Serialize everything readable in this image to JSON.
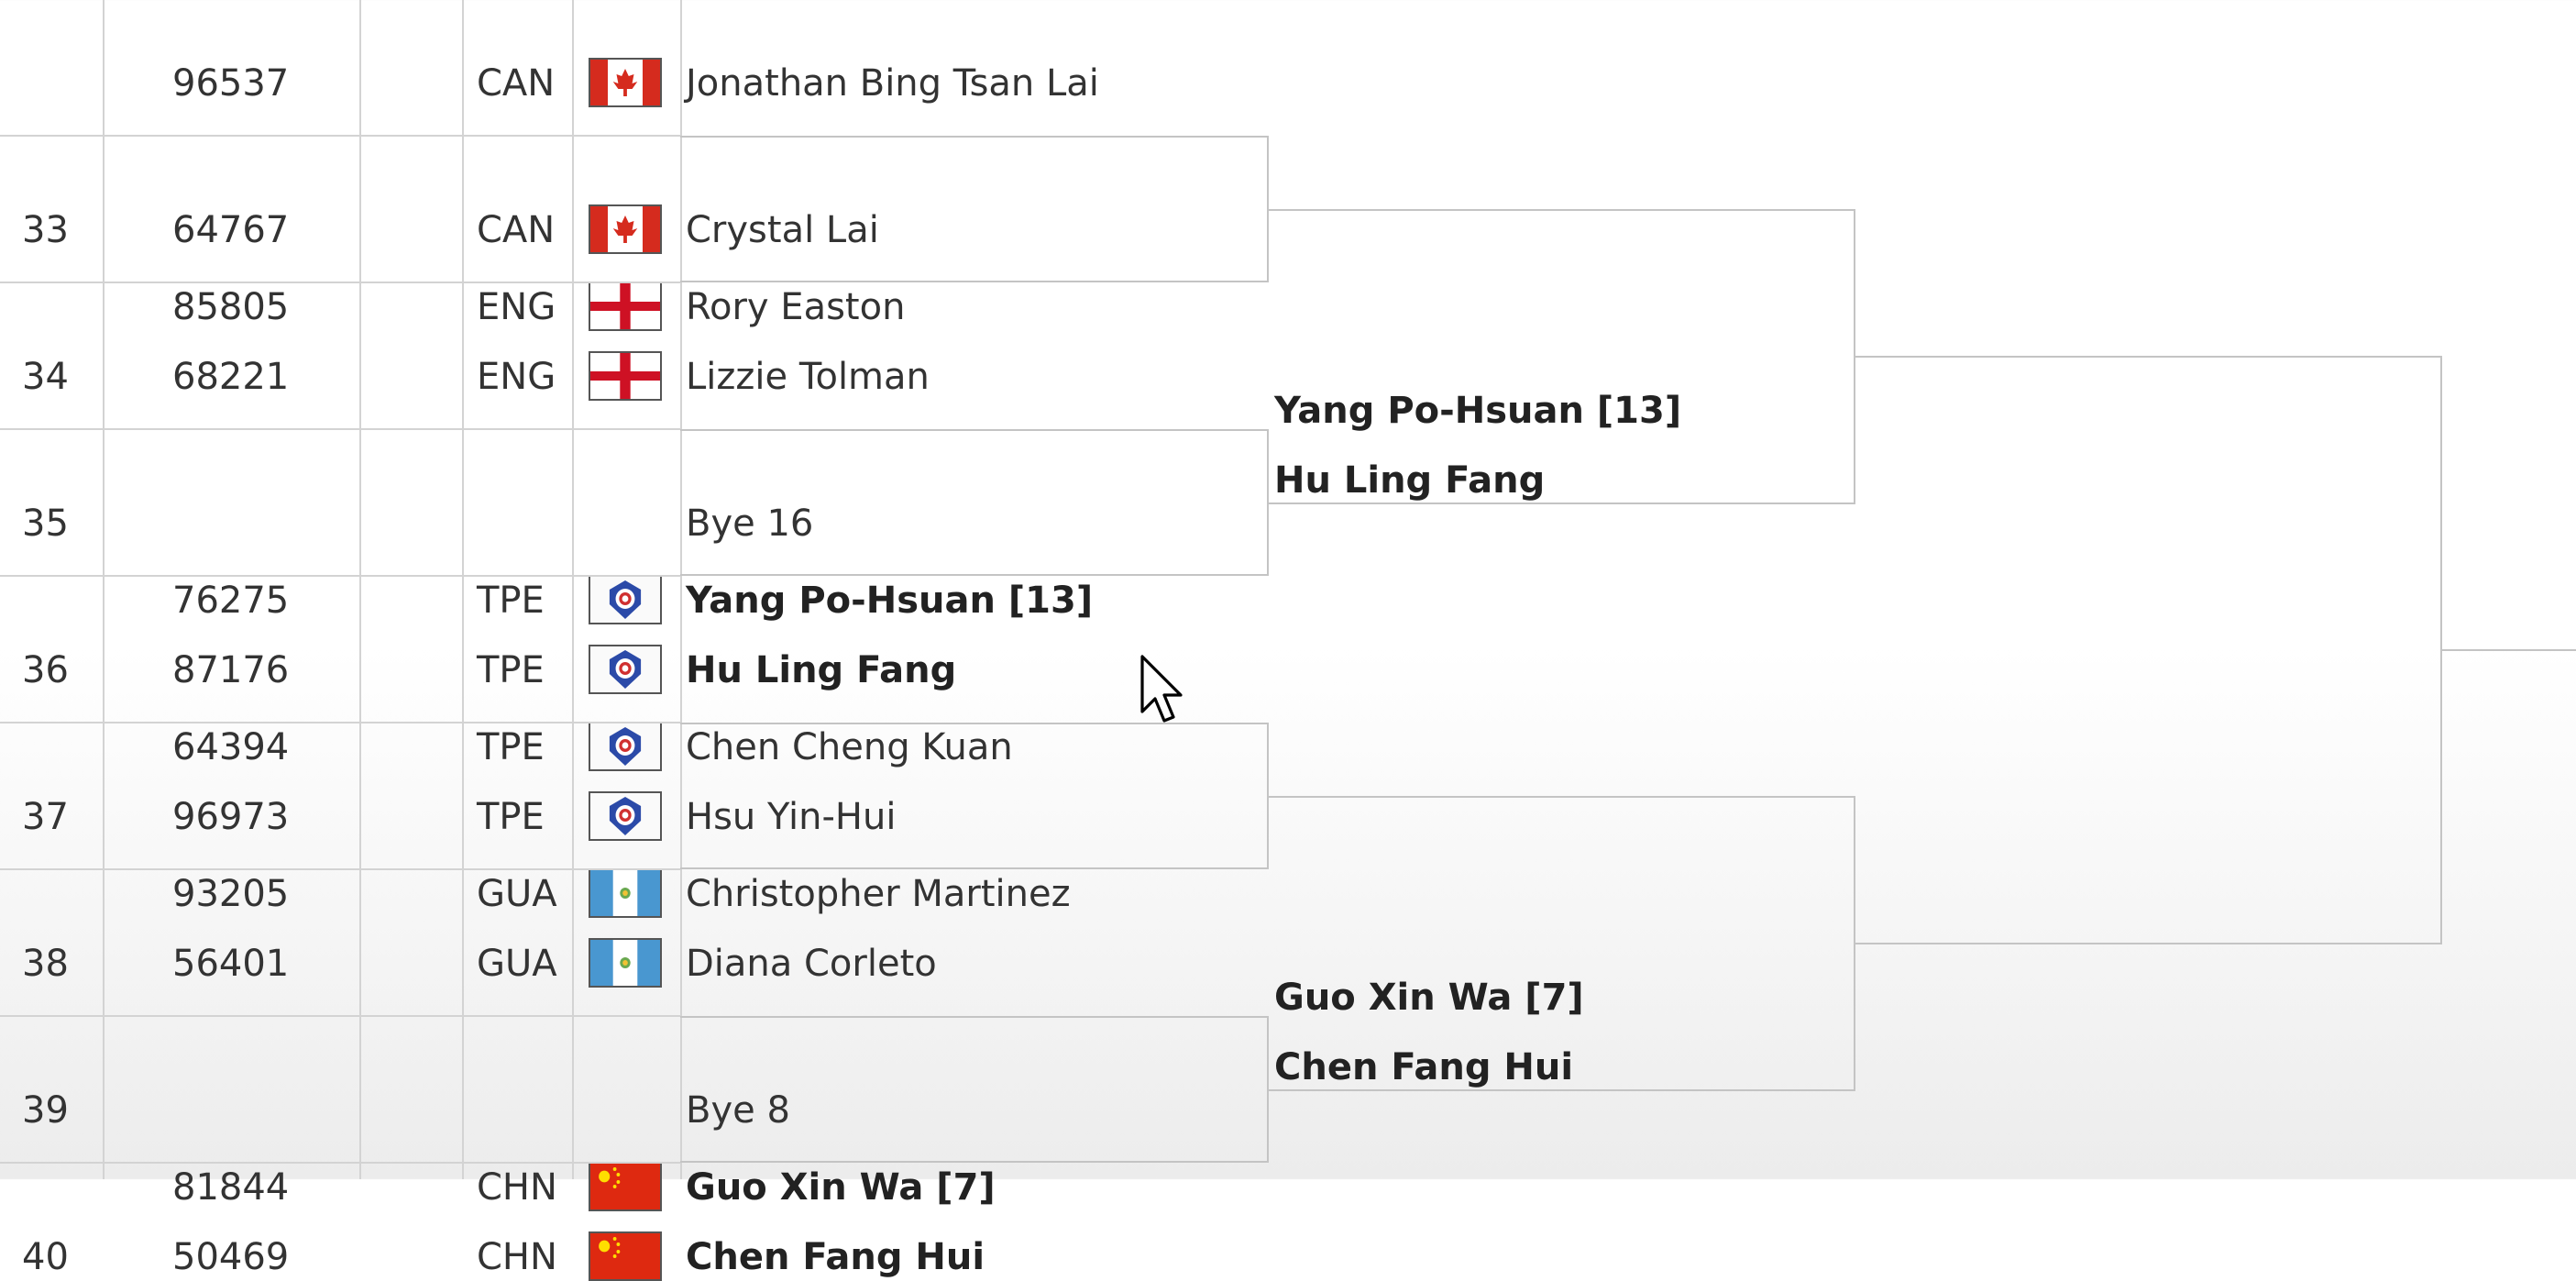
{
  "rows": [
    {
      "row": "",
      "players": [
        {
          "id": "96537",
          "country": "CAN",
          "flag": "canada-flag-icon",
          "name": "Jonathan Bing Tsan Lai",
          "bold": false
        }
      ]
    },
    {
      "row": "33",
      "players": [
        {
          "id": "64767",
          "country": "CAN",
          "flag": "canada-flag-icon",
          "name": "Crystal Lai",
          "bold": false
        }
      ]
    },
    {
      "row": "34",
      "players": [
        {
          "id": "85805",
          "country": "ENG",
          "flag": "england-flag-icon",
          "name": "Rory Easton",
          "bold": false
        },
        {
          "id": "68221",
          "country": "ENG",
          "flag": "england-flag-icon",
          "name": "Lizzie Tolman",
          "bold": false
        }
      ]
    },
    {
      "row": "35",
      "bye": "Bye 16"
    },
    {
      "row": "36",
      "players": [
        {
          "id": "76275",
          "country": "TPE",
          "flag": "chinese-taipei-flag-icon",
          "name": "Yang Po-Hsuan [13]",
          "bold": true
        },
        {
          "id": "87176",
          "country": "TPE",
          "flag": "chinese-taipei-flag-icon",
          "name": "Hu Ling Fang",
          "bold": true
        }
      ]
    },
    {
      "row": "37",
      "players": [
        {
          "id": "64394",
          "country": "TPE",
          "flag": "chinese-taipei-flag-icon",
          "name": "Chen Cheng Kuan",
          "bold": false
        },
        {
          "id": "96973",
          "country": "TPE",
          "flag": "chinese-taipei-flag-icon",
          "name": "Hsu Yin-Hui",
          "bold": false
        }
      ]
    },
    {
      "row": "38",
      "players": [
        {
          "id": "93205",
          "country": "GUA",
          "flag": "guatemala-flag-icon",
          "name": "Christopher Martinez",
          "bold": false
        },
        {
          "id": "56401",
          "country": "GUA",
          "flag": "guatemala-flag-icon",
          "name": "Diana Corleto",
          "bold": false
        }
      ]
    },
    {
      "row": "39",
      "bye": "Bye 8"
    },
    {
      "row": "40",
      "players": [
        {
          "id": "81844",
          "country": "CHN",
          "flag": "china-flag-icon",
          "name": "Guo Xin Wa [7]",
          "bold": true
        },
        {
          "id": "50469",
          "country": "CHN",
          "flag": "china-flag-icon",
          "name": "Chen Fang Hui",
          "bold": true
        }
      ]
    }
  ],
  "round2": [
    {
      "players": [
        "Yang Po-Hsuan [13]",
        "Hu Ling Fang"
      ]
    },
    {
      "players": [
        "Guo Xin Wa [7]",
        "Chen Fang Hui"
      ]
    }
  ],
  "cursor": "mouse-pointer-icon",
  "colors": {
    "canada": "#d52b1e",
    "england": "#ce1124",
    "china": "#de2910",
    "guatemala": "#4997d0",
    "taipei_blue": "#2b4aa8"
  }
}
